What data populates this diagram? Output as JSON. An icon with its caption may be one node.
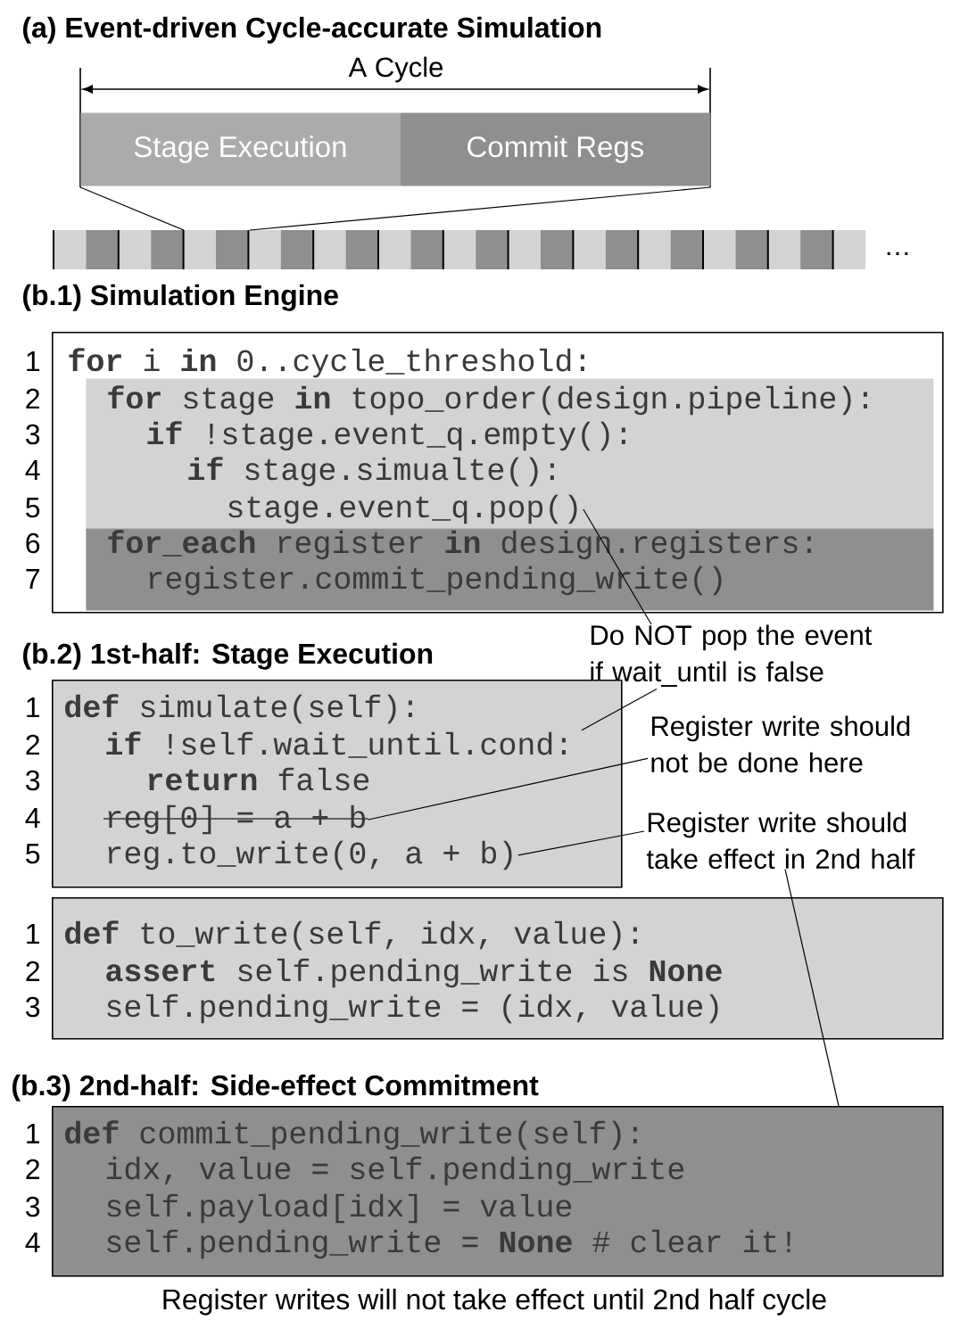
{
  "diagram": {
    "title": "(a) Event-driven Cycle-accurate Simulation",
    "caption": "Register writes will not take effect until 2nd half cycle",
    "nodes": [
      {
        "text": [
          "Stage Execution"
        ]
      },
      {
        "text": [
          "Commit Regs"
        ]
      },
      {
        "text": [
          "(b.1) Simulation Engine"
        ]
      },
      {
        "text": [
          "**for** i **in** 0..cycle_threshold:"
        ],
        "in": 2
      },
      {
        "text": [],
        "shape": "box",
        "in": 2
      },
      {
        "text": [
          "**for** stage **in** topo_order(design.pipeline):"
        ],
        "in": 4
      },
      {
        "text": [
          "**if** !stage.event_q.empty():"
        ],
        "in": 4
      },
      {
        "text": [
          "**if** stage.simualte():"
        ],
        "in": 4
      },
      {
        "text": [
          "stage.event_q.pop()"
        ],
        "in": 4
      },
      {
        "text": [],
        "shape": "box",
        "in": 2
      },
      {
        "text": [
          "**for_each** register **in** design.registers:"
        ],
        "in": 9
      },
      {
        "text": [
          "register.commit_pending_write()"
        ],
        "in": 9
      },
      {
        "text": [
          "Do NOT pop the event if wait_until is false"
        ]
      },
      {
        "text": [
          "(b.2) 1st-half: Stage Execution"
        ]
      },
      {
        "text": [
          "**def** simulate(self):"
        ],
        "in": 13
      },
      {
        "text": [
          "**if** !self.wait_until.cond:"
        ],
        "in": 13
      },
      {
        "text": [
          "**return** false"
        ],
        "in": 13
      },
      {
        "text": [
          "reg[0] = a + b"
        ],
        "in": 13
      },
      {
        "text": [
          "reg.to_write(0, a + b)"
        ],
        "in": 13
      },
      {
        "text": [
          "Register write should not be done here"
        ]
      },
      {
        "text": [
          "Register write should take effect in 2nd half"
        ]
      },
      {
        "text": [],
        "shape": "box"
      },
      {
        "text": [
          "**def** to_write(self, idx, value):"
        ],
        "in": 21
      },
      {
        "text": [
          "**assert** self.pending_write is **None**"
        ],
        "in": 21
      },
      {
        "text": [
          "self.pending_write = (idx, value)"
        ],
        "in": 21
      },
      {
        "text": [
          "(b.3) 2nd-half: Side-effect Commitment"
        ]
      },
      {
        "text": [
          "**def** commit_pending_write(self):"
        ],
        "in": 25
      },
      {
        "text": [
          "idx, value = self.pending_write"
        ],
        "in": 25
      },
      {
        "text": [
          "self.payload[idx] = value"
        ],
        "in": 25
      },
      {
        "text": [
          "self.pending_write = **None** # clear it!"
        ],
        "in": 25
      }
    ],
    "edges": [
      {
        "from": 12,
        "to": 8,
        "arrow": "none"
      },
      {
        "from": 12,
        "to": 15,
        "arrow": "none"
      },
      {
        "from": 19,
        "to": 17,
        "arrow": "none"
      },
      {
        "from": 20,
        "to": 18,
        "arrow": "none"
      },
      {
        "from": 20,
        "to": 25,
        "arrow": "none"
      }
    ],
    "labels": [
      "A Cycle",
      "…",
      "1",
      "2",
      "3",
      "4",
      "5",
      "6",
      "7",
      "1",
      "2",
      "3",
      "4",
      "5",
      "1",
      "2",
      "3",
      "1",
      "2",
      "3",
      "4"
    ]
  }
}
